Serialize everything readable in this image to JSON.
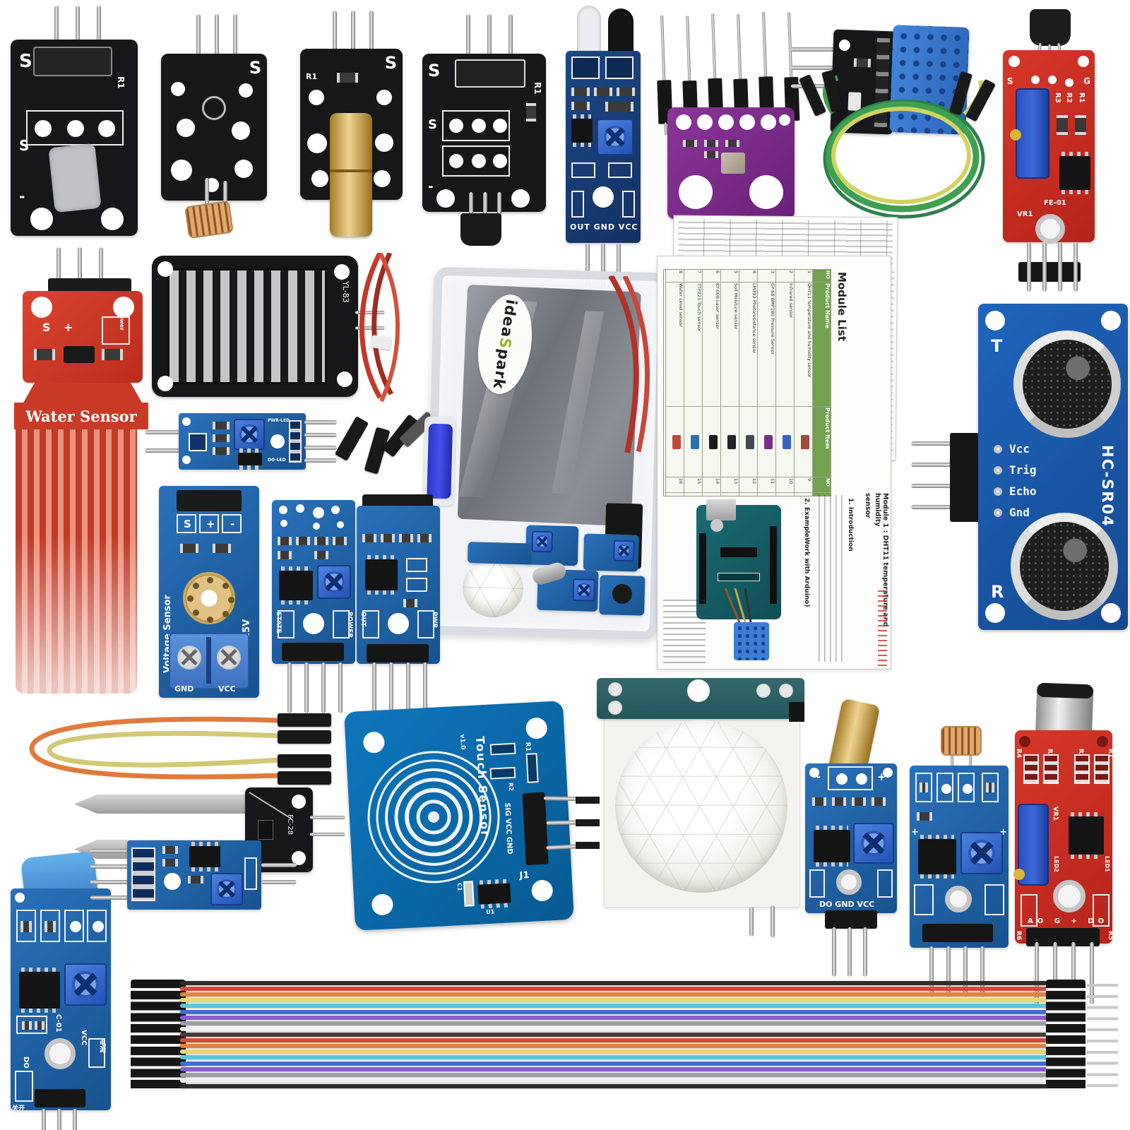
{
  "scene": {
    "background": "#ffffff",
    "kind": "ideaSpark Arduino sensor module kit product photo"
  },
  "brand": {
    "idea": "idea",
    "s": "S",
    "park": "park"
  },
  "silk": {
    "s": "S",
    "minus": "-",
    "plus": "+",
    "r1": "R1",
    "r2": "R2",
    "r3": "R3",
    "r4": "R4",
    "r5": "R5",
    "r6": "R6",
    "vr1": "VR1",
    "c1": "C1",
    "u1": "U1",
    "j1": "J1"
  },
  "ir_obstacle": {
    "pins": "OUT GND VCC"
  },
  "ky024": {
    "fe01": "FE-01",
    "s": "S",
    "g": "G",
    "pins": "AO G + DO"
  },
  "water": {
    "title": "Water Sensor",
    "s": "S",
    "plus": "+",
    "power": "Power"
  },
  "yl83": {
    "label": "YL-83"
  },
  "rain_ctrl": {
    "pwr_led": "PWR-LED",
    "do_led": "DO-LED"
  },
  "hcsr04": {
    "t": "T",
    "r": "R",
    "vcc": "Vcc",
    "trig": "Trig",
    "echo": "Echo",
    "gnd": "Gnd",
    "name": "HC-SR04"
  },
  "voltage": {
    "title": "Voltage Sensor",
    "range": "VCC<25V",
    "s": "S",
    "plus": "+",
    "minus": "-",
    "gnd": "GND",
    "vcc": "VCC"
  },
  "state_power": {
    "state": "STATE",
    "power": "POWER"
  },
  "out_pwr": {
    "out": "OUT",
    "pwr": "PWR"
  },
  "touch": {
    "title": "Touch Sensor",
    "version": "v1.0",
    "pins": "SIG VCC GND"
  },
  "soil": {
    "label": "FC-28"
  },
  "sw420": {
    "c01": "C-01",
    "do": "DO",
    "vcc": "VCC",
    "power_cn": "电源",
    "switch_cn": "开关"
  },
  "tilt": {
    "pins": "DO GND VCC",
    "plus": "+",
    "minus": "-"
  },
  "sound": {
    "pins": "AO G + DO",
    "led1": "LED2",
    "led2": "LED1"
  },
  "manual": {
    "title": "Module List",
    "columns": {
      "no": "NO",
      "name": "Product Name",
      "item": "Product Item"
    },
    "rows": [
      {
        "no": "1",
        "name": "DHT11 temperature and humidity sensor",
        "item_no": "9",
        "thumb": "#a04a3a"
      },
      {
        "no": "2",
        "name": "Infrared sensor",
        "item_no": "10",
        "thumb": "#3a62c0"
      },
      {
        "no": "3",
        "name": "GY-68 BMP180 Pressure Sensor",
        "item_no": "11",
        "thumb": "#7b2d8b"
      },
      {
        "no": "4",
        "name": "LM393 Photoresistance sensor",
        "item_no": "12",
        "thumb": "#444a52"
      },
      {
        "no": "5",
        "name": "Soil Moisture sensor",
        "item_no": "13",
        "thumb": "#23242a"
      },
      {
        "no": "6",
        "name": "KY-008 Laser sensor",
        "item_no": "14",
        "thumb": "#1a1a1a"
      },
      {
        "no": "7",
        "name": "TTP223 Touch sensor",
        "item_no": "15",
        "thumb": "#2d6fb0"
      },
      {
        "no": "8",
        "name": "Water Level sensor",
        "item_no": "16",
        "thumb": "#c24636"
      }
    ],
    "module1_line1": "Module 1 : DHT11 temperature and humidity",
    "module1_line2": "sensor",
    "intro_heading": "1. Introduction",
    "example_heading": "2. ExampleWork with Arduino)"
  },
  "ribbon": {
    "colors": [
      "#2e2e2e",
      "#d84b33",
      "#e2823e",
      "#e5d878",
      "#5bc6d8",
      "#3e6ed6",
      "#8a5cd0",
      "#9d9da6",
      "#efefef",
      "#4a3a34",
      "#d84b33",
      "#e2823e",
      "#e5d878",
      "#5bc6d8",
      "#3e6ed6",
      "#8a5cd0",
      "#9d9da6",
      "#efefef",
      "#2e2e2e"
    ]
  }
}
